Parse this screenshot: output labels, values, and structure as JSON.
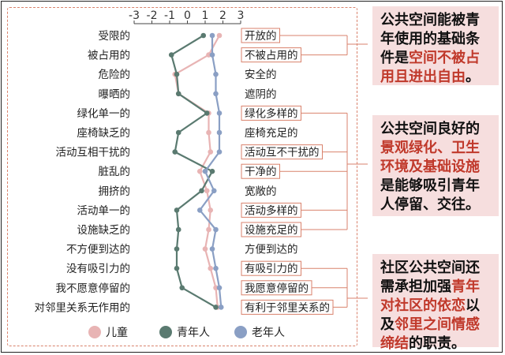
{
  "chart_data": {
    "type": "line",
    "orientation": "vertical-profile",
    "x_ticks": [
      -3,
      -2,
      -1,
      0,
      1,
      2,
      3
    ],
    "xlim": [
      -3,
      3
    ],
    "categories_left": [
      "受限的",
      "被占用的",
      "危险的",
      "曝晒的",
      "绿化单一的",
      "座椅缺乏的",
      "活动互相干扰的",
      "脏乱的",
      "拥挤的",
      "活动单一的",
      "设施缺乏的",
      "不方便到达的",
      "没有吸引力的",
      "我不愿意停留的",
      "对邻里关系无作用的"
    ],
    "categories_right": [
      "开放的",
      "不被占用的",
      "安全的",
      "遮阴的",
      "绿化多样的",
      "座椅充足的",
      "活动互不干扰的",
      "干净的",
      "宽敞的",
      "活动多样的",
      "设施充足的",
      "方便到达的",
      "有吸引力的",
      "我愿意停留的",
      "有利于邻里关系的"
    ],
    "highlighted_right": [
      "开放的",
      "不被占用的",
      "绿化多样的",
      "活动互不干扰的",
      "干净的",
      "活动多样的",
      "设施充足的",
      "有吸引力的",
      "我愿意停留的",
      "有利于邻里关系的"
    ],
    "series": [
      {
        "name": "儿童",
        "color": "#e8b4b4",
        "values": [
          1.8,
          1.2,
          -0.7,
          -0.5,
          1.2,
          1.2,
          1.3,
          0.7,
          1.1,
          1.3,
          1.2,
          1.0,
          1.3,
          1.6,
          1.7
        ]
      },
      {
        "name": "青年人",
        "color": "#5a7a70",
        "values": [
          0.9,
          -0.9,
          -0.6,
          -0.5,
          1.1,
          -0.5,
          -0.7,
          1.4,
          0.8,
          -0.6,
          -0.5,
          -0.6,
          -0.6,
          -0.3,
          1.6
        ]
      },
      {
        "name": "老年人",
        "color": "#8a9fc4",
        "values": [
          1.4,
          1.4,
          1.6,
          1.6,
          1.8,
          1.8,
          1.8,
          1.0,
          1.5,
          0.7,
          1.6,
          1.4,
          1.6,
          1.8,
          1.9
        ]
      }
    ],
    "legend_position": "bottom"
  },
  "callouts": [
    {
      "parts": [
        {
          "t": "公共空间能被青年使用的基础条件是",
          "hl": false
        },
        {
          "t": "空间不被占用且进出自由",
          "hl": true
        },
        {
          "t": "。",
          "hl": false
        }
      ]
    },
    {
      "parts": [
        {
          "t": "公共空间良好的",
          "hl": false
        },
        {
          "t": "景观绿化、卫生环境及基础设施",
          "hl": true
        },
        {
          "t": "是能够吸引青年人停留、交往。",
          "hl": false
        }
      ]
    },
    {
      "parts": [
        {
          "t": "社区公共空间还需承担加强",
          "hl": false
        },
        {
          "t": "青年对社区的依恋",
          "hl": true
        },
        {
          "t": "以及",
          "hl": false
        },
        {
          "t": "邻里之间情感缔结",
          "hl": true
        },
        {
          "t": "的职责。",
          "hl": false
        }
      ]
    }
  ],
  "colors": {
    "accent": "#d9826c",
    "highlight_text": "#c0392b",
    "callout_bg": "#f6dede"
  }
}
